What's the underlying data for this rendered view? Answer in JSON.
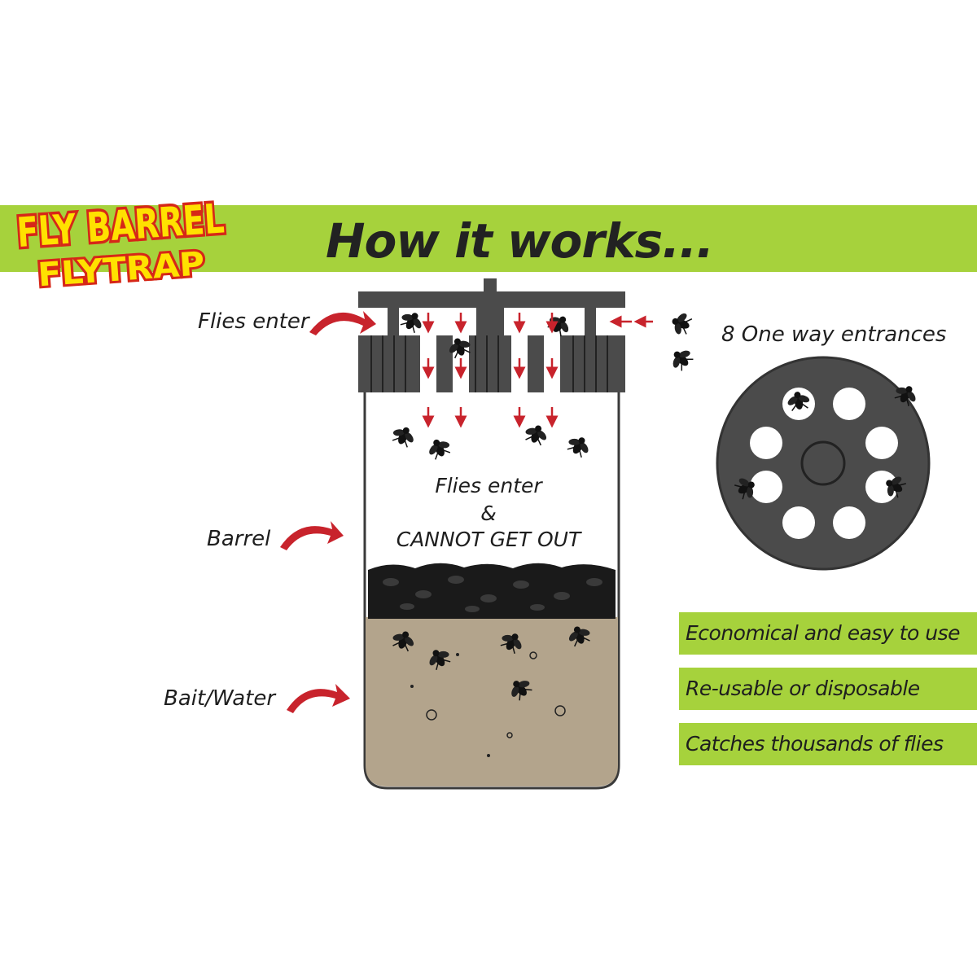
{
  "logo": {
    "line1": "FLY BARREL",
    "line2": "FLYTRAP"
  },
  "heading": "How it works...",
  "labels": {
    "flies_enter": "Flies enter",
    "barrel": "Barrel",
    "bait_water": "Bait/Water",
    "entrances": "8 One way entrances"
  },
  "center_text": {
    "line1": "Flies enter",
    "line2": "&",
    "line3": "CANNOT GET OUT"
  },
  "features": [
    {
      "label": "Economical and easy to use"
    },
    {
      "label": "Re-usable or disposable"
    },
    {
      "label": "Catches thousands of flies"
    }
  ],
  "colors": {
    "banner_green": "#a6d23c",
    "logo_yellow": "#ffe100",
    "logo_red": "#d62718",
    "arrow_red": "#c8232c",
    "cap_gray": "#4b4b4b",
    "bait_brown": "#b3a48c"
  }
}
